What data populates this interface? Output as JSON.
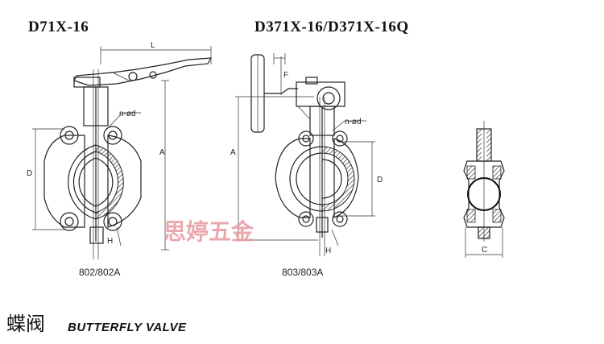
{
  "titles": {
    "left_model": "D71X-16",
    "right_model": "D371X-16/D371X-16Q"
  },
  "codes": {
    "left": "802/802A",
    "right": "803/803A"
  },
  "dimensions": {
    "L": "L",
    "F": "F",
    "A_left": "A",
    "A_right": "A",
    "D_left": "D",
    "D_right": "D",
    "H_left": "H",
    "H_right": "H",
    "C": "C",
    "bolt_left": "n-ød",
    "bolt_right": "n-ød"
  },
  "watermark": "思婷五金",
  "footer": {
    "cn": "蝶阀",
    "en": "BUTTERFLY VALVE"
  },
  "colors": {
    "line": "#222222",
    "watermark": "#e79aa0",
    "background": "#ffffff"
  }
}
